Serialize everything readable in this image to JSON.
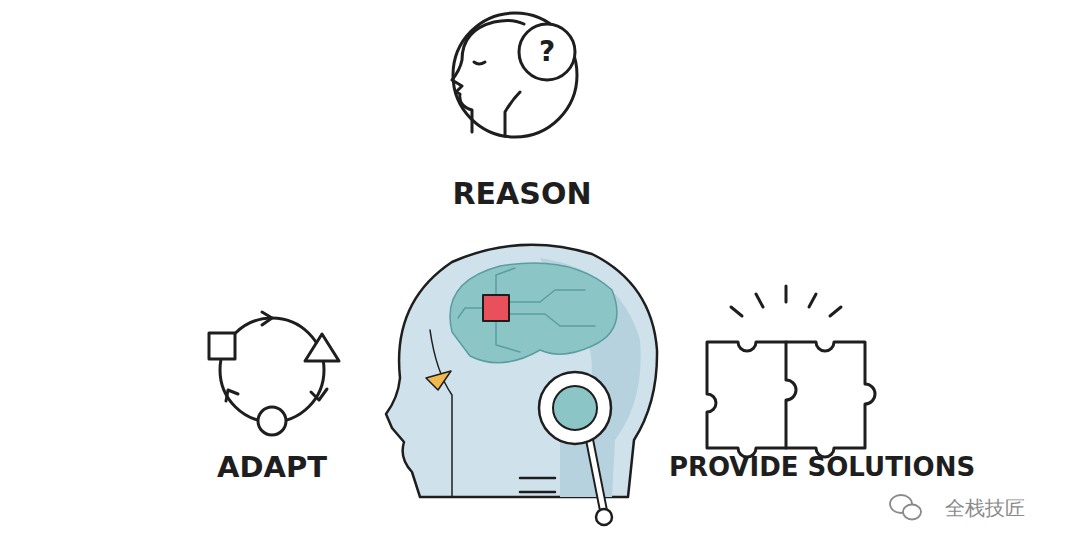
{
  "diagram": {
    "labels": [
      "?",
      "REASON",
      "ADAPT",
      "PROVIDE SOLUTIONS",
      "全栈技匠"
    ]
  }
}
